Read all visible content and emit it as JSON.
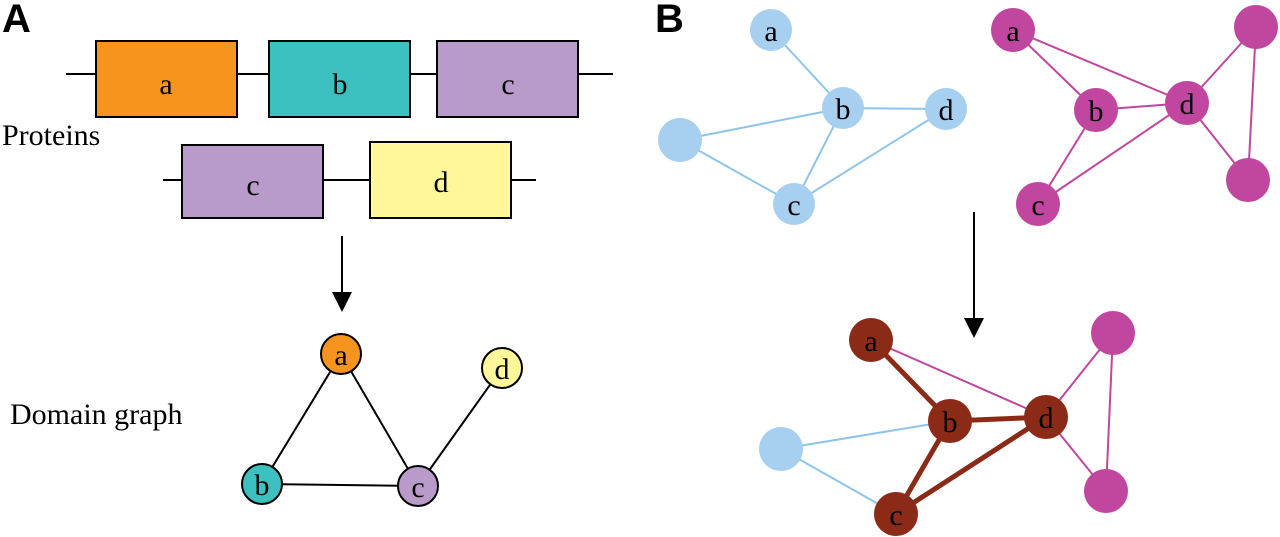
{
  "panels": {
    "a": {
      "letter": "A"
    },
    "b": {
      "letter": "B"
    }
  },
  "labels": {
    "proteins": "Proteins",
    "domain_graph": "Domain graph"
  },
  "colors": {
    "orange": "#F7941D",
    "teal": "#3CC1C0",
    "lavender": "#B99BCB",
    "yellow": "#FFF79A",
    "light_blue": "#A6CFF0",
    "light_blue_edge": "#8EC4EA",
    "magenta": "#C0469F",
    "magenta_edge": "#C0469F",
    "dark_red": "#8B2A17",
    "black": "#000000"
  },
  "proteins": [
    {
      "domains": [
        {
          "label": "a",
          "color": "orange"
        },
        {
          "label": "b",
          "color": "teal"
        },
        {
          "label": "c",
          "color": "lavender"
        }
      ]
    },
    {
      "domains": [
        {
          "label": "c",
          "color": "lavender"
        },
        {
          "label": "d",
          "color": "yellow"
        }
      ]
    }
  ],
  "domain_graph": {
    "nodes": [
      {
        "label": "a",
        "color": "orange"
      },
      {
        "label": "b",
        "color": "teal"
      },
      {
        "label": "c",
        "color": "lavender"
      },
      {
        "label": "d",
        "color": "yellow"
      }
    ],
    "edges": [
      [
        "a",
        "b"
      ],
      [
        "a",
        "c"
      ],
      [
        "b",
        "c"
      ],
      [
        "c",
        "d"
      ]
    ]
  },
  "network_blue": {
    "nodes": [
      "a",
      "b",
      "d",
      "",
      "c"
    ]
  },
  "network_magenta": {
    "nodes": [
      "a",
      "",
      "b",
      "d",
      "c",
      ""
    ]
  },
  "network_merged": {
    "nodes": [
      "a",
      "",
      "b",
      "d",
      "",
      "c",
      ""
    ]
  }
}
